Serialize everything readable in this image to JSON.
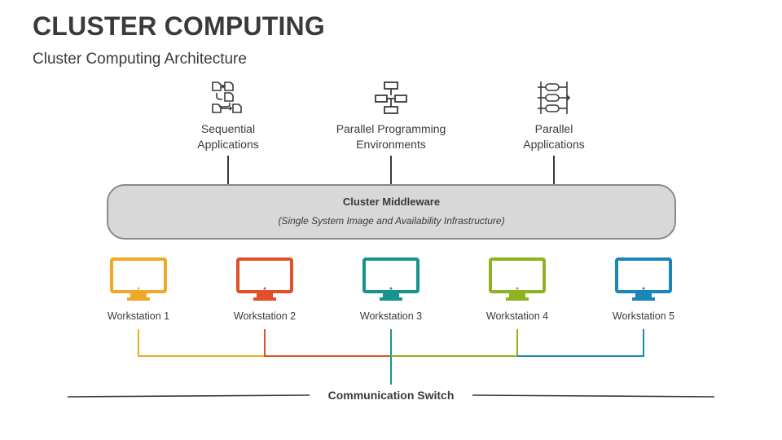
{
  "header": {
    "title": "CLUSTER COMPUTING",
    "subtitle": "Cluster Computing Architecture"
  },
  "layers": [
    {
      "label_line1": "Sequential",
      "label_line2": "Applications",
      "icon": "sequential-flow-icon"
    },
    {
      "label_line1": "Parallel Programming",
      "label_line2": "Environments",
      "icon": "hierarchy-icon"
    },
    {
      "label_line1": "Parallel",
      "label_line2": "Applications",
      "icon": "parallel-process-icon"
    }
  ],
  "middleware": {
    "title": "Cluster Middleware",
    "subtitle": "(Single System Image and Availability Infrastructure)"
  },
  "workstations": [
    {
      "label": "Workstation 1",
      "color": "#f0a926"
    },
    {
      "label": "Workstation 2",
      "color": "#e0502a"
    },
    {
      "label": "Workstation 3",
      "color": "#17948f"
    },
    {
      "label": "Workstation 4",
      "color": "#8db31f"
    },
    {
      "label": "Workstation 5",
      "color": "#1a87b8"
    }
  ],
  "switch": {
    "label": "Communication Switch"
  },
  "colors": {
    "text": "#3a3a3a",
    "middleware_fill": "#d8d8d8",
    "middleware_border": "#8a8a8a"
  }
}
